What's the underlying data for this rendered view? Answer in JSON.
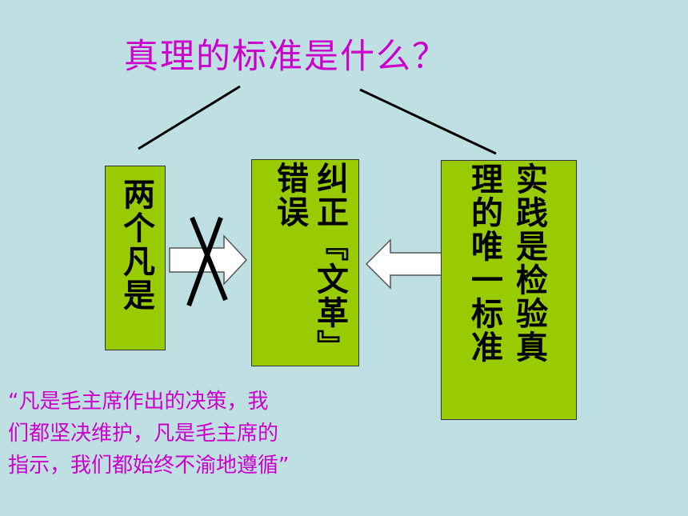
{
  "title": "真理的标准是什么？",
  "left_box": {
    "text": "两个凡是"
  },
  "middle_box": {
    "col1": "纠正『文革』",
    "col2": "错误"
  },
  "right_box": {
    "col1": "实践是检验真",
    "col2": "理的唯一标准"
  },
  "quote": {
    "line1": "“凡是毛主席作出的决策，我",
    "line2": "们都坚决维护，凡是毛主席的",
    "line3": "指示，我们都始终不渝地遵循”"
  },
  "colors": {
    "background": "#bfe0e3",
    "accent_magenta": "#cc00cc",
    "box_green": "#99cc00"
  }
}
